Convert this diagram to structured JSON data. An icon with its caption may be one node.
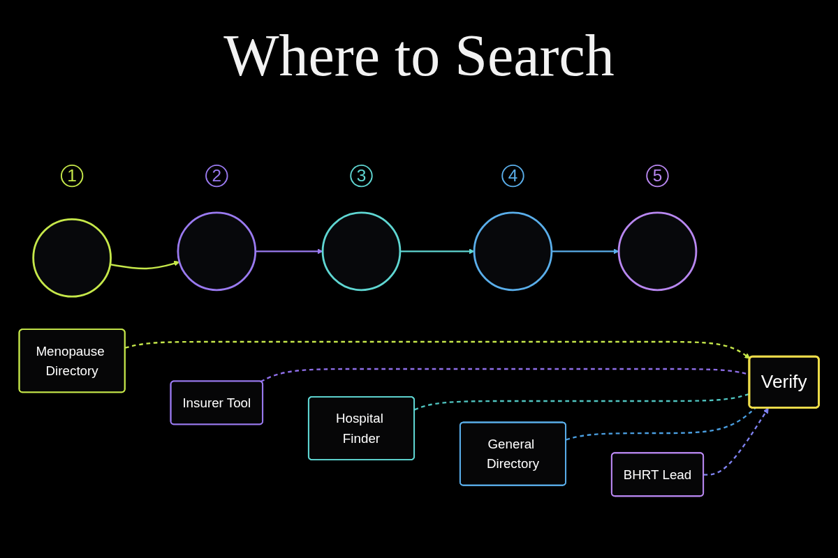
{
  "diagram": {
    "title": "Where to Search",
    "nodes": [
      {
        "text": [
          "1"
        ]
      },
      {
        "text": [],
        "shape": "circle"
      },
      {
        "text": [
          "Menopause Directory"
        ]
      },
      {
        "text": [
          "2"
        ]
      },
      {
        "text": [],
        "shape": "circle"
      },
      {
        "text": [
          "Insurer Tool"
        ]
      },
      {
        "text": [
          "3"
        ]
      },
      {
        "text": [],
        "shape": "circle"
      },
      {
        "text": [
          "Hospital Finder"
        ]
      },
      {
        "text": [
          "4"
        ]
      },
      {
        "text": [],
        "shape": "circle"
      },
      {
        "text": [
          "General Directory"
        ]
      },
      {
        "text": [
          "5"
        ]
      },
      {
        "text": [],
        "shape": "circle"
      },
      {
        "text": [
          "BHRT Lead"
        ]
      },
      {
        "text": [
          "Verify"
        ]
      }
    ],
    "edges": [
      {
        "from": 1,
        "to": 4,
        "arrow": "to",
        "color": "#c6e84a"
      },
      {
        "from": 4,
        "to": 7,
        "arrow": "to",
        "color": "#9a7af0"
      },
      {
        "from": 7,
        "to": 10,
        "arrow": "to",
        "color": "#5fd6d2"
      },
      {
        "from": 10,
        "to": 13,
        "arrow": "to",
        "color": "#5aaeea"
      },
      {
        "from": 2,
        "to": 15,
        "arrow": "to",
        "style": "dashed",
        "color": "#c6e84a"
      },
      {
        "from": 5,
        "to": 15,
        "arrow": "none",
        "style": "dashed",
        "color": "#8e6ee8"
      },
      {
        "from": 8,
        "to": 15,
        "arrow": "none",
        "style": "dashed",
        "color": "#4fc4c0"
      },
      {
        "from": 11,
        "to": 15,
        "arrow": "none",
        "style": "dashed",
        "color": "#4a9ee0"
      },
      {
        "from": 14,
        "to": 15,
        "arrow": "to",
        "style": "dashed",
        "color": "#7f82f0"
      }
    ]
  }
}
